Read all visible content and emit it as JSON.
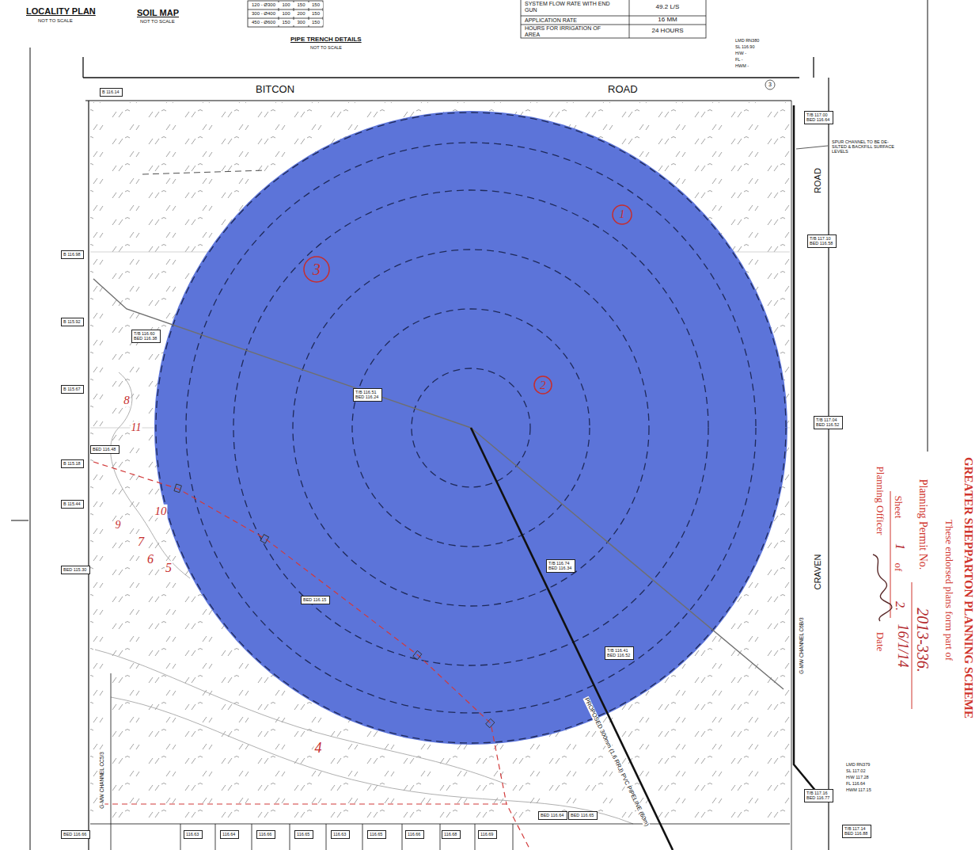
{
  "diagram": {
    "nodes": [
      {
        "text": [
          "B 116.14"
        ]
      },
      {
        "text": [
          "T/B 117.00",
          "BED 116.64"
        ]
      },
      {
        "text": [
          "T/B 117.10",
          "BED 116.58"
        ]
      },
      {
        "text": [
          "B 116.98"
        ]
      },
      {
        "text": [
          "T/B 116.60",
          "BED 116.38"
        ]
      },
      {
        "text": [
          "B 115.92"
        ]
      },
      {
        "text": [
          "T/B 116.51",
          "BED 116.24"
        ]
      },
      {
        "text": [
          "B 115.67"
        ]
      },
      {
        "text": [
          "T/B 117.04",
          "BED 116.52"
        ]
      },
      {
        "text": [
          "BED 116.48"
        ]
      },
      {
        "text": [
          "B 115.18"
        ]
      },
      {
        "text": [
          "B 115.44"
        ]
      },
      {
        "text": [
          "T/B 116.74",
          "BED 116.34"
        ]
      },
      {
        "text": [
          "BED 115.30"
        ]
      },
      {
        "text": [
          "BED 116.15"
        ]
      },
      {
        "text": [
          "T/B 116.41",
          "BED 116.52"
        ]
      },
      {
        "text": [
          "T/B 117.16",
          "BED 116.77"
        ]
      },
      {
        "text": [
          "BED 116.64"
        ]
      },
      {
        "text": [
          "BED 116.65"
        ]
      },
      {
        "text": [
          "T/B 117.14",
          "BED 116.88"
        ]
      },
      {
        "text": [
          "BED 116.66"
        ]
      },
      {
        "text": [
          "116.63"
        ]
      },
      {
        "text": [
          "116.64"
        ]
      },
      {
        "text": [
          "116.66"
        ]
      },
      {
        "text": [
          "116.65"
        ]
      },
      {
        "text": [
          "116.63"
        ]
      },
      {
        "text": [
          "116.65"
        ]
      },
      {
        "text": [
          "116.66"
        ]
      },
      {
        "text": [
          "116.68"
        ]
      },
      {
        "text": [
          "116.69"
        ]
      }
    ],
    "labels": [
      "LOCALITY PLAN",
      "NOT TO SCALE",
      "SOIL MAP",
      "NOT TO SCALE",
      "120 - Ø300",
      "100",
      "150",
      "150",
      "300 - Ø400",
      "100",
      "200",
      "150",
      "450 - Ø600",
      "150",
      "300",
      "150",
      "PIPE TRENCH DETAILS",
      "NOT TO SCALE",
      "SYSTEM FLOW RATE WITH END GUN",
      "49.2 L/S",
      "APPLICATION RATE",
      "16 MM",
      "HOURS FOR IRRIGATION OF AREA",
      "24 HOURS",
      "LMD RN380",
      "SL 116.90",
      "H/W -",
      "FL -",
      "HWM -",
      "3",
      "BITCON",
      "ROAD",
      "ROAD",
      "SPUR CHANNEL TO BE DE-SILTED & BACKFILL SURFACE LEVELS",
      "CRAVEN",
      "G-MW CHANNEL C6B/3",
      "G-MW CHANNEL CC5/3",
      "PROPOSED 300mm (1.6 RRJ) PVC PIPELINE (60m)",
      "LMD RN379",
      "SL 117.02",
      "H/W 117.28",
      "FL 116.64",
      "HWM 117.15",
      "1",
      "3",
      "2",
      "8",
      "11",
      "10",
      "9",
      "7",
      "6",
      "5",
      "4",
      "GREATER SHEPPARTON PLANNING SCHEME",
      "These endorsed plans form part of",
      "Planning Permit No.",
      "2013-336.",
      "Sheet",
      "1",
      "of",
      "2.",
      "Planning Officer",
      "Date",
      "16/1/14"
    ]
  }
}
